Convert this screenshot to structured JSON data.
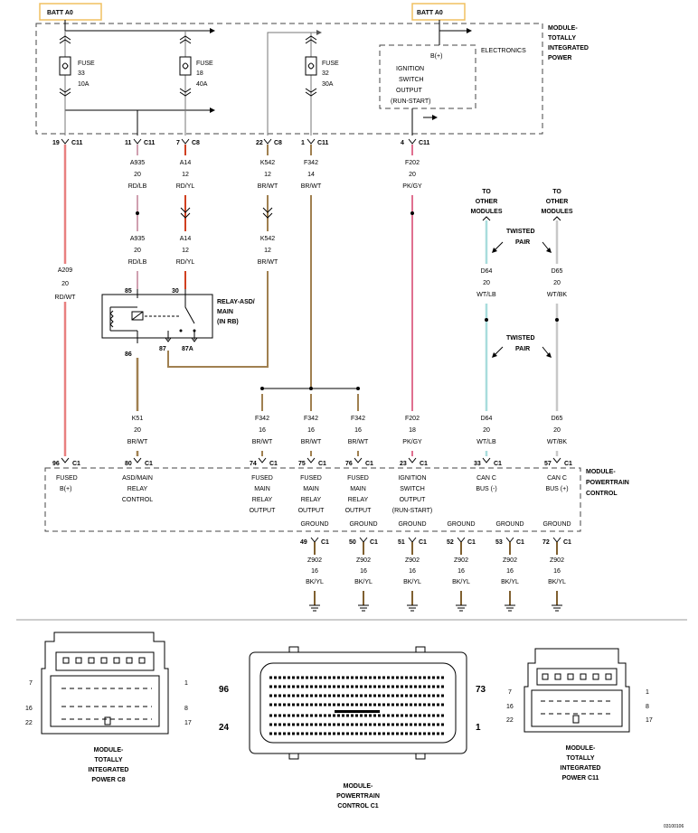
{
  "colors": {
    "red_wht": "#e88080",
    "red_lb": "#d0a0b0",
    "red_yl": "#d04020",
    "br_wt": "#a08050",
    "pk_gy": "#e07090",
    "wt_lb": "#a8dcdc",
    "wt_bk": "#c8c8c8",
    "bk_yl": "#806030"
  },
  "batt": [
    "BATT A0",
    "BATT A0"
  ],
  "tip_module": [
    "MODULE-",
    "TOTALLY",
    "INTEGRATED",
    "POWER"
  ],
  "electronics": "ELECTRONICS",
  "fuses": [
    {
      "label": "FUSE",
      "number": "33",
      "amps": "10A"
    },
    {
      "label": "FUSE",
      "number": "18",
      "amps": "40A"
    },
    {
      "label": "FUSE",
      "number": "32",
      "amps": "30A"
    }
  ],
  "ign_block": {
    "bplus": "B(+)",
    "lines": [
      "IGNITION",
      "SWITCH",
      "OUTPUT",
      "(RUN-START)"
    ]
  },
  "tip_pins": [
    {
      "pin": "19",
      "conn": "C11"
    },
    {
      "pin": "11",
      "conn": "C11"
    },
    {
      "pin": "7",
      "conn": "C8"
    },
    {
      "pin": "22",
      "conn": "C8"
    },
    {
      "pin": "1",
      "conn": "C11"
    },
    {
      "pin": "4",
      "conn": "C11"
    }
  ],
  "wires_upper": [
    {
      "circuit": "A935",
      "gauge": "20",
      "color": "RD/LB"
    },
    {
      "circuit": "A14",
      "gauge": "12",
      "color": "RD/YL"
    },
    {
      "circuit": "K542",
      "gauge": "12",
      "color": "BR/WT"
    },
    {
      "circuit": "F342",
      "gauge": "14",
      "color": "BR/WT"
    },
    {
      "circuit": "F202",
      "gauge": "20",
      "color": "PK/GY"
    }
  ],
  "wires_mid": [
    {
      "circuit": "A935",
      "gauge": "20",
      "color": "RD/LB"
    },
    {
      "circuit": "A14",
      "gauge": "12",
      "color": "RD/YL"
    },
    {
      "circuit": "K542",
      "gauge": "12",
      "color": "BR/WT"
    }
  ],
  "a209": {
    "circuit": "A209",
    "gauge": "20",
    "color": "RD/WT"
  },
  "relay": {
    "lines": [
      "RELAY-ASD/",
      "MAIN",
      "(IN RB)"
    ],
    "pins": [
      "85",
      "30",
      "86",
      "87",
      "87A"
    ]
  },
  "other_modules": [
    {
      "lines": [
        "TO",
        "OTHER",
        "MODULES"
      ]
    },
    {
      "lines": [
        "TO",
        "OTHER",
        "MODULES"
      ]
    }
  ],
  "twisted_pair": [
    "TWISTED",
    "PAIR",
    "TWISTED",
    "PAIR"
  ],
  "can_wires_upper": [
    {
      "circuit": "D64",
      "gauge": "20",
      "color": "WT/LB"
    },
    {
      "circuit": "D65",
      "gauge": "20",
      "color": "WT/BK"
    }
  ],
  "wires_lower": [
    {
      "circuit": "K51",
      "gauge": "20",
      "color": "BR/WT"
    },
    {
      "circuit": "F342",
      "gauge": "16",
      "color": "BR/WT"
    },
    {
      "circuit": "F342",
      "gauge": "16",
      "color": "BR/WT"
    },
    {
      "circuit": "F342",
      "gauge": "16",
      "color": "BR/WT"
    },
    {
      "circuit": "F202",
      "gauge": "18",
      "color": "PK/GY"
    },
    {
      "circuit": "D64",
      "gauge": "20",
      "color": "WT/LB"
    },
    {
      "circuit": "D65",
      "gauge": "20",
      "color": "WT/BK"
    }
  ],
  "pcm_pins": [
    {
      "pin": "96",
      "conn": "C1"
    },
    {
      "pin": "80",
      "conn": "C1"
    },
    {
      "pin": "74",
      "conn": "C1"
    },
    {
      "pin": "75",
      "conn": "C1"
    },
    {
      "pin": "76",
      "conn": "C1"
    },
    {
      "pin": "23",
      "conn": "C1"
    },
    {
      "pin": "33",
      "conn": "C1"
    },
    {
      "pin": "57",
      "conn": "C1"
    }
  ],
  "pcm_labels": [
    [
      "FUSED",
      "B(+)"
    ],
    [
      "ASD/MAIN",
      "RELAY",
      "CONTROL"
    ],
    [
      "FUSED",
      "MAIN",
      "RELAY",
      "OUTPUT"
    ],
    [
      "FUSED",
      "MAIN",
      "RELAY",
      "OUTPUT"
    ],
    [
      "FUSED",
      "MAIN",
      "RELAY",
      "OUTPUT"
    ],
    [
      "IGNITION",
      "SWITCH",
      "OUTPUT",
      "(RUN-START)"
    ],
    [
      "CAN C",
      "BUS (-)"
    ],
    [
      "CAN C",
      "BUS (+)"
    ]
  ],
  "pcm_module": [
    "MODULE-",
    "POWERTRAIN",
    "CONTROL"
  ],
  "grounds": [
    {
      "label": "GROUND",
      "pin": "49",
      "conn": "C1",
      "circuit": "Z902",
      "gauge": "16",
      "color": "BK/YL"
    },
    {
      "label": "GROUND",
      "pin": "50",
      "conn": "C1",
      "circuit": "Z902",
      "gauge": "16",
      "color": "BK/YL"
    },
    {
      "label": "GROUND",
      "pin": "51",
      "conn": "C1",
      "circuit": "Z902",
      "gauge": "16",
      "color": "BK/YL"
    },
    {
      "label": "GROUND",
      "pin": "52",
      "conn": "C1",
      "circuit": "Z902",
      "gauge": "16",
      "color": "BK/YL"
    },
    {
      "label": "GROUND",
      "pin": "53",
      "conn": "C1",
      "circuit": "Z902",
      "gauge": "16",
      "color": "BK/YL"
    },
    {
      "label": "GROUND",
      "pin": "72",
      "conn": "C1",
      "circuit": "Z902",
      "gauge": "16",
      "color": "BK/YL"
    }
  ],
  "connectors": [
    {
      "pins": [
        "7",
        "1",
        "16",
        "8",
        "22",
        "17"
      ],
      "caption": [
        "MODULE-",
        "TOTALLY",
        "INTEGRATED",
        "POWER C8"
      ]
    },
    {
      "pins": [
        "96",
        "73",
        "24",
        "1"
      ],
      "caption": [
        "MODULE-",
        "POWERTRAIN",
        "CONTROL C1"
      ]
    },
    {
      "pins": [
        "7",
        "1",
        "16",
        "8",
        "22",
        "17"
      ],
      "caption": [
        "MODULE-",
        "TOTALLY",
        "INTEGRATED",
        "POWER C11"
      ]
    }
  ],
  "figure_id": "03100106"
}
